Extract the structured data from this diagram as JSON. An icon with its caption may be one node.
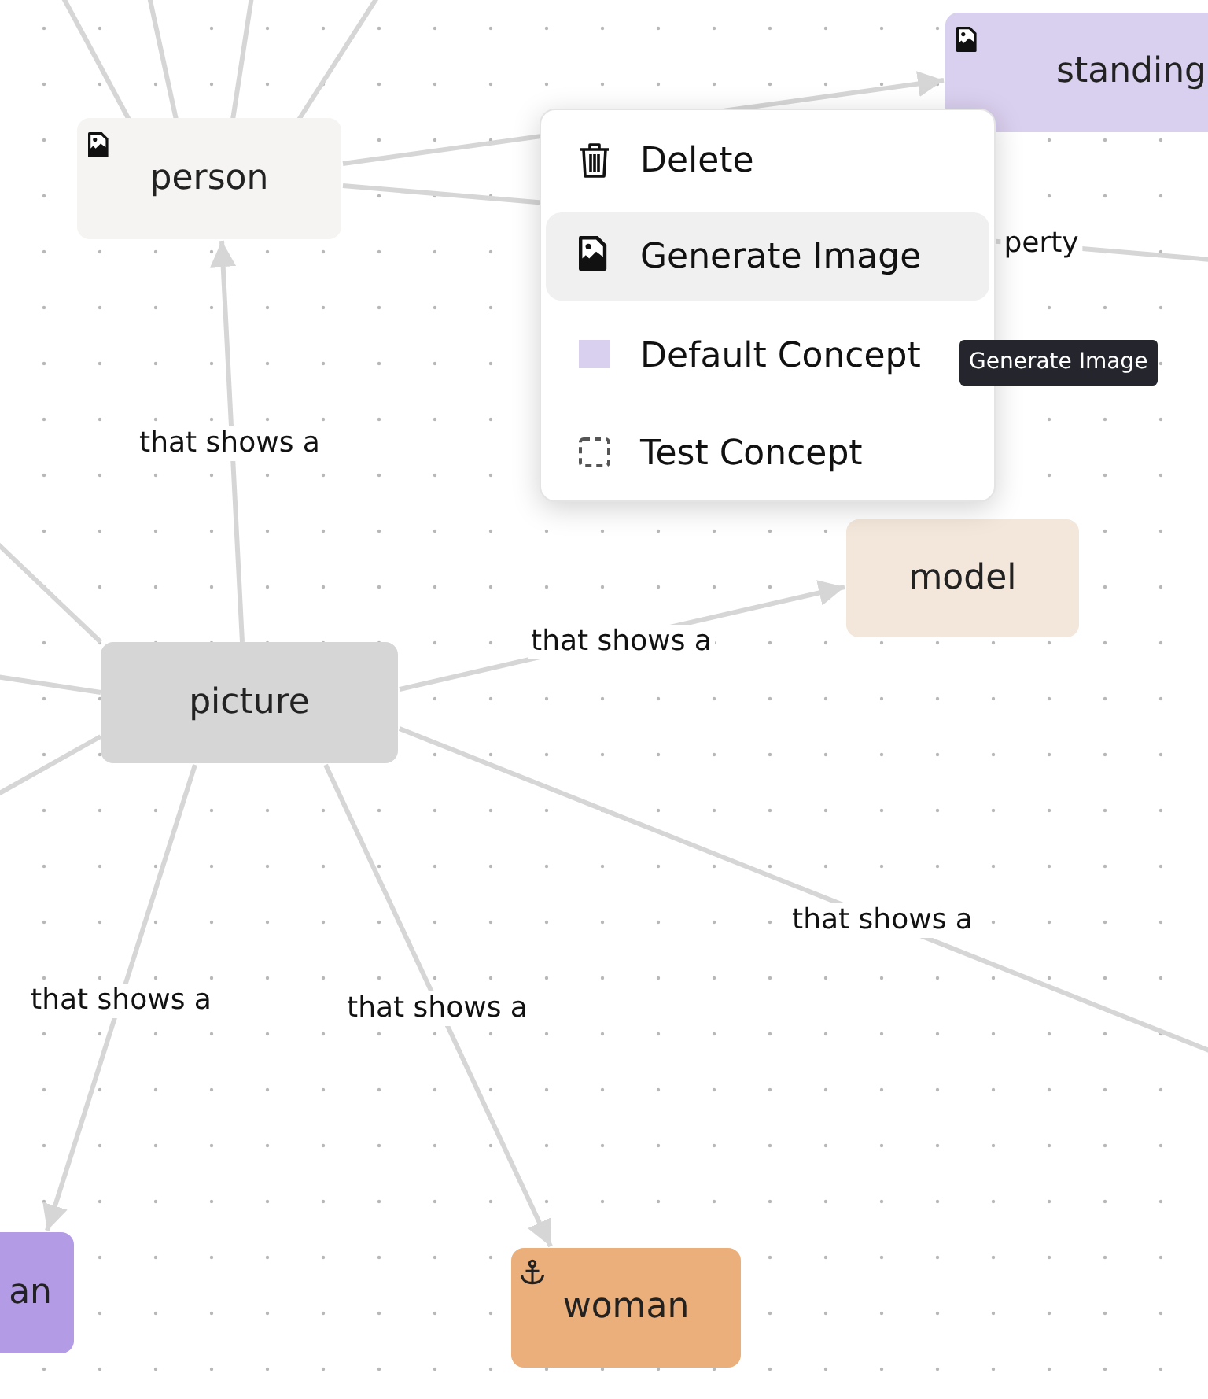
{
  "diagram": {
    "nodes": [
      {
        "text": [
          "person"
        ]
      },
      {
        "text": [
          "standing"
        ]
      },
      {
        "text": [
          "picture"
        ]
      },
      {
        "text": [
          "model"
        ]
      },
      {
        "text": [
          "an"
        ]
      },
      {
        "text": [
          "woman"
        ]
      }
    ],
    "edges": [
      {
        "from": 0,
        "to": null,
        "arrow": "none"
      },
      {
        "from": 0,
        "to": null,
        "arrow": "none"
      },
      {
        "from": 0,
        "to": null,
        "arrow": "none"
      },
      {
        "from": 0,
        "to": null,
        "arrow": "none"
      },
      {
        "from": 0,
        "to": 1,
        "arrow": "to"
      },
      {
        "from": 0,
        "to": null,
        "arrow": "none",
        "label": "perty"
      },
      {
        "from": 2,
        "to": 0,
        "arrow": "to",
        "label": "that shows a"
      },
      {
        "from": 2,
        "to": 3,
        "arrow": "to",
        "label": "that shows a"
      },
      {
        "from": 2,
        "to": null,
        "arrow": "none",
        "label": "that shows a"
      },
      {
        "from": 2,
        "to": 4,
        "arrow": "to",
        "label": "that shows a"
      },
      {
        "from": 2,
        "to": 5,
        "arrow": "to",
        "label": "that shows a"
      },
      {
        "from": 2,
        "to": null,
        "arrow": "none"
      },
      {
        "from": 2,
        "to": null,
        "arrow": "none"
      },
      {
        "from": 2,
        "to": null,
        "arrow": "none"
      }
    ],
    "labels": [
      "Delete",
      "Generate Image",
      "Default Concept",
      "Test Concept",
      "Generate Image"
    ]
  }
}
